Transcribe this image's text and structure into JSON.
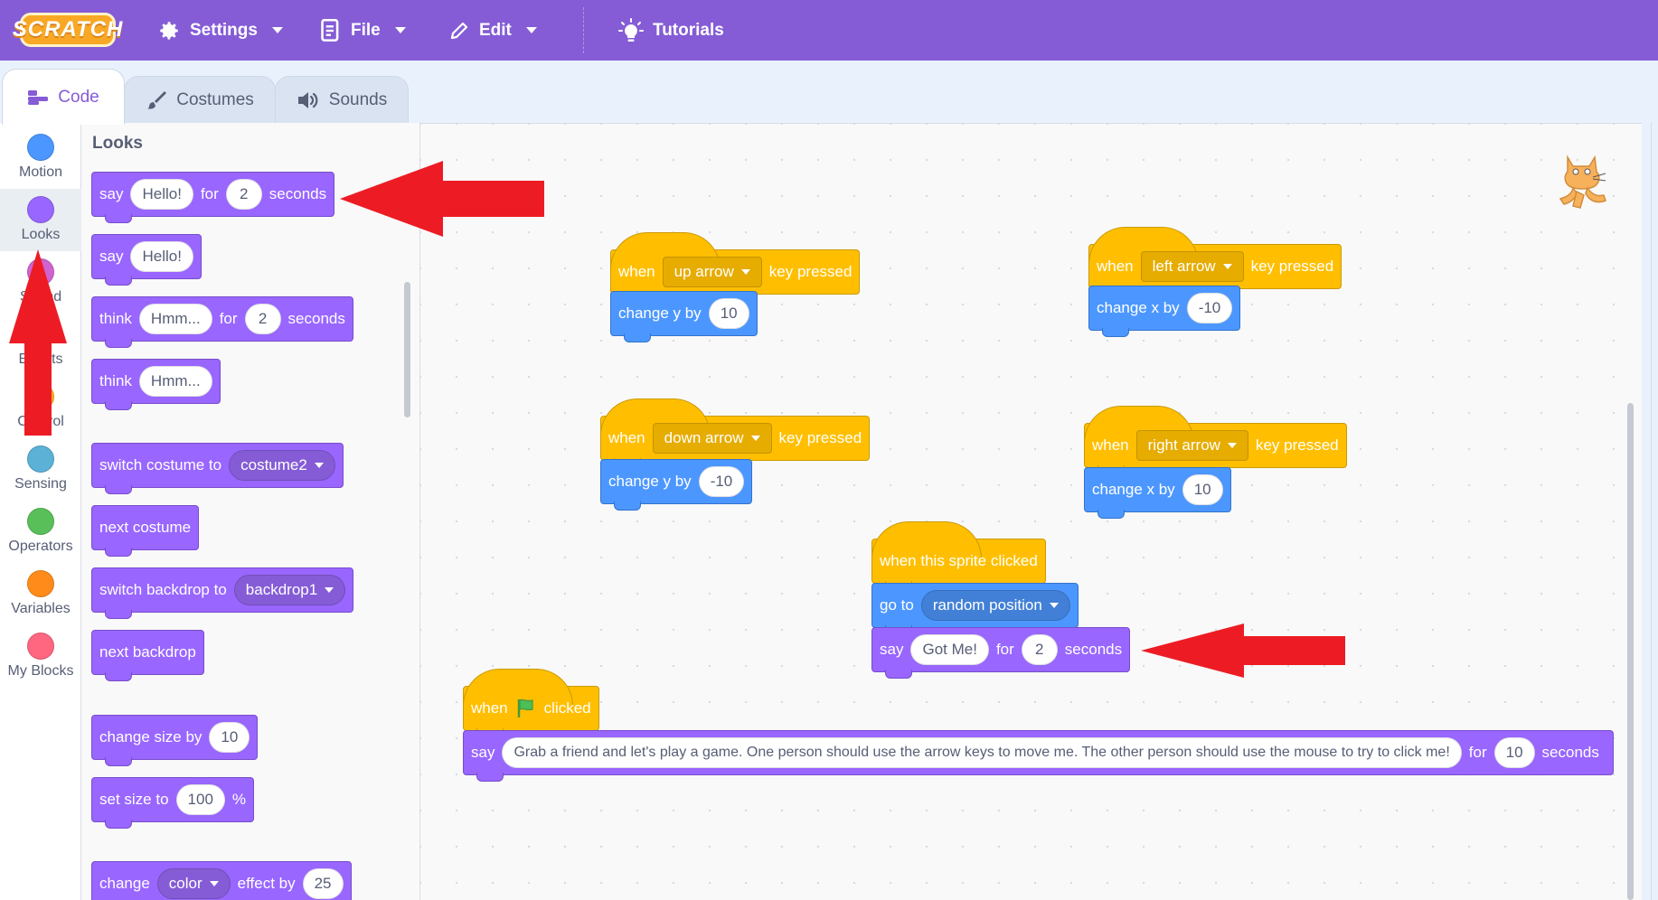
{
  "menu": {
    "logo": "SCRATCH",
    "settings": "Settings",
    "file": "File",
    "edit": "Edit",
    "tutorials": "Tutorials"
  },
  "tabs": {
    "code": "Code",
    "costumes": "Costumes",
    "sounds": "Sounds"
  },
  "categories": [
    {
      "label": "Motion",
      "color": "#4c97ff"
    },
    {
      "label": "Looks",
      "color": "#9966ff"
    },
    {
      "label": "Sound",
      "color": "#cf63cf"
    },
    {
      "label": "Events",
      "color": "#ffbf00"
    },
    {
      "label": "Control",
      "color": "#ffab19"
    },
    {
      "label": "Sensing",
      "color": "#5cb1d6"
    },
    {
      "label": "Operators",
      "color": "#59c059"
    },
    {
      "label": "Variables",
      "color": "#ff8c1a"
    },
    {
      "label": "My Blocks",
      "color": "#ff6680"
    }
  ],
  "palette": {
    "title": "Looks",
    "say_for": {
      "say": "say",
      "msg": "Hello!",
      "for": "for",
      "secs": "2",
      "unit": "seconds"
    },
    "say": {
      "say": "say",
      "msg": "Hello!"
    },
    "think_for": {
      "think": "think",
      "msg": "Hmm...",
      "for": "for",
      "secs": "2",
      "unit": "seconds"
    },
    "think": {
      "think": "think",
      "msg": "Hmm..."
    },
    "switch_costume": {
      "label": "switch costume to",
      "value": "costume2"
    },
    "next_costume": "next costume",
    "switch_backdrop": {
      "label": "switch backdrop to",
      "value": "backdrop1"
    },
    "next_backdrop": "next backdrop",
    "change_size": {
      "label": "change size by",
      "value": "10"
    },
    "set_size": {
      "label": "set size to",
      "value": "100",
      "unit": "%"
    },
    "change_effect": {
      "change": "change",
      "effect": "color",
      "by": "effect by",
      "value": "25"
    }
  },
  "scripts": {
    "up": {
      "when": "when",
      "key": "up arrow",
      "pressed": "key pressed",
      "action": "change y by",
      "value": "10"
    },
    "left": {
      "when": "when",
      "key": "left arrow",
      "pressed": "key pressed",
      "action": "change x by",
      "value": "-10"
    },
    "down": {
      "when": "when",
      "key": "down arrow",
      "pressed": "key pressed",
      "action": "change y by",
      "value": "-10"
    },
    "right": {
      "when": "when",
      "key": "right arrow",
      "pressed": "key pressed",
      "action": "change x by",
      "value": "10"
    },
    "clicked": {
      "hat": "when this sprite clicked",
      "goto": "go to",
      "goto_value": "random position",
      "say": "say",
      "msg": "Got Me!",
      "for": "for",
      "secs": "2",
      "unit": "seconds"
    },
    "flag": {
      "when": "when",
      "clicked": "clicked",
      "say": "say",
      "msg": "Grab a friend and let's play a game. One person should use the arrow keys to move me. The other person should use the mouse to try to click me!",
      "for": "for",
      "secs": "10",
      "unit": "seconds"
    }
  },
  "colors": {
    "menubar": "#855cd6",
    "looks": "#9966ff",
    "motion": "#4c97ff",
    "events": "#ffbf00",
    "annotation_arrow": "#ed1c24"
  }
}
